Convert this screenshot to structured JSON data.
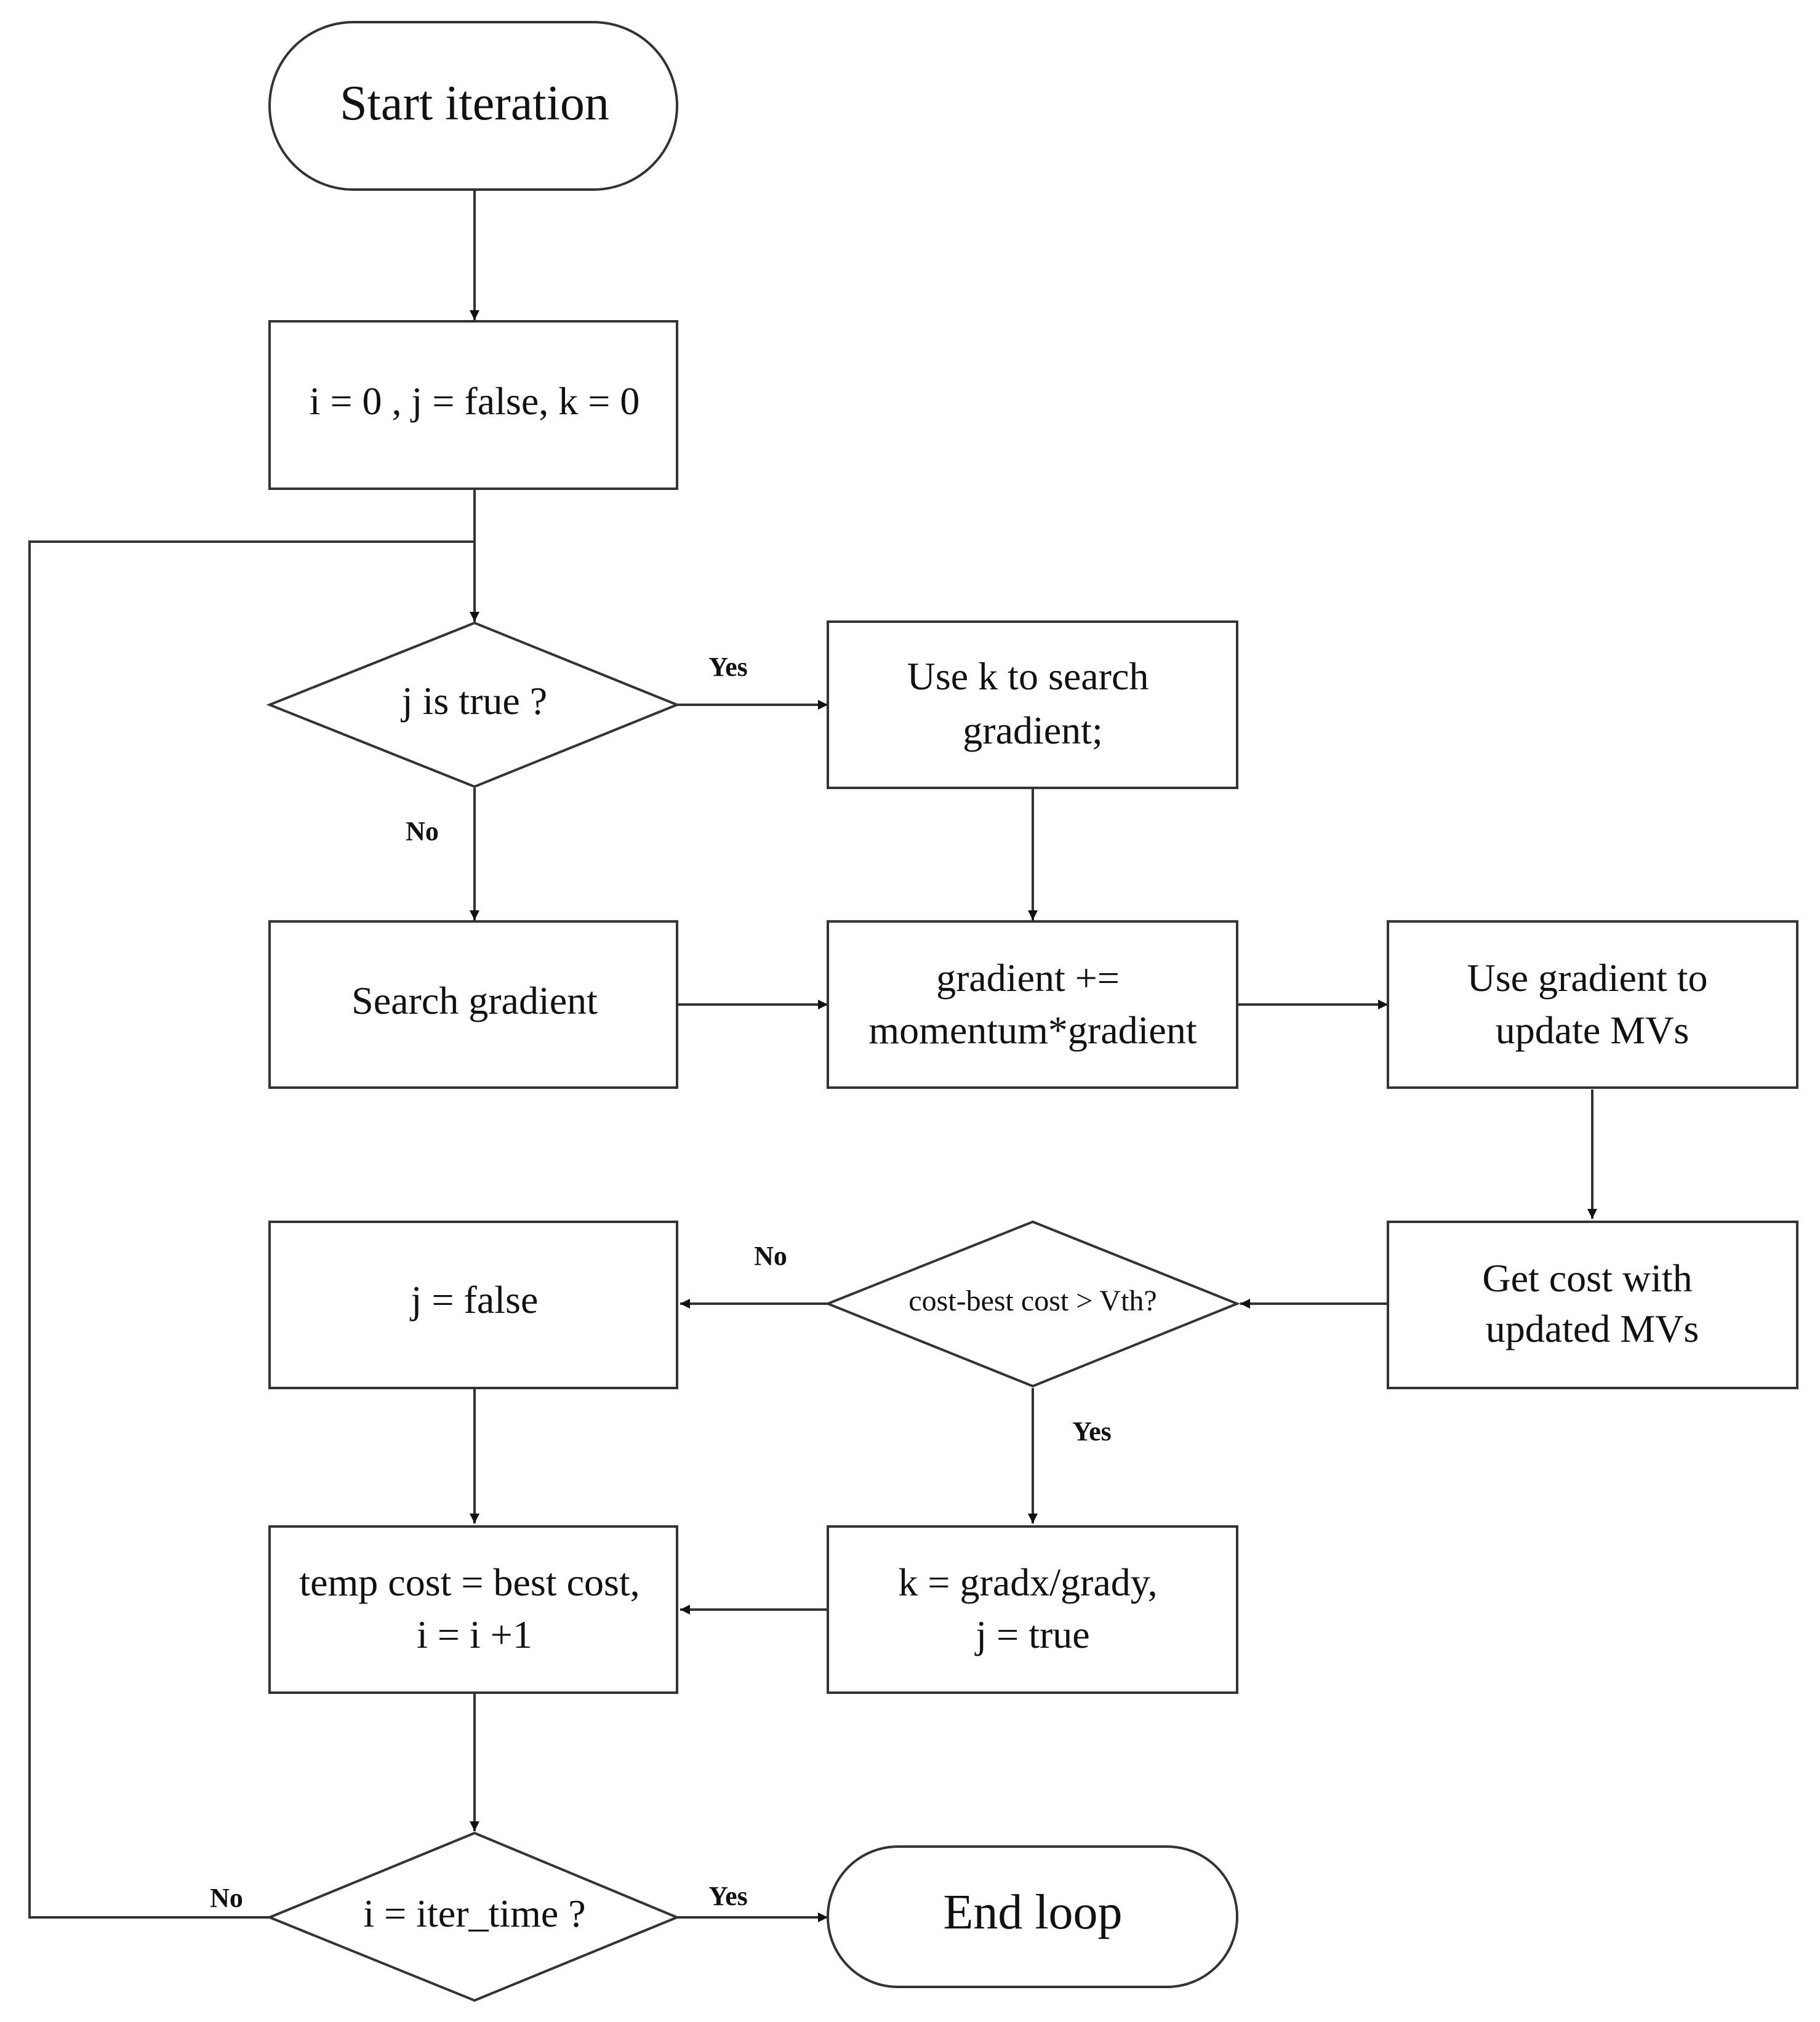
{
  "nodes": {
    "start": {
      "lines": [
        "Start iteration"
      ]
    },
    "init": {
      "lines": [
        "i = 0 , j = false, k = 0"
      ]
    },
    "check_j": {
      "lines": [
        "j  is true ?"
      ]
    },
    "use_k": {
      "lines": [
        "Use k to search",
        "gradient;"
      ]
    },
    "search_gradient": {
      "lines": [
        "Search gradient"
      ]
    },
    "momentum": {
      "lines": [
        "gradient +=",
        "momentum*gradient"
      ]
    },
    "update_mvs": {
      "lines": [
        "Use gradient to",
        "update MVs"
      ]
    },
    "get_cost": {
      "lines": [
        "Get cost with",
        "updated MVs"
      ]
    },
    "check_cost": {
      "lines": [
        "cost-best cost  > Vth?"
      ]
    },
    "j_false": {
      "lines": [
        "j = false"
      ]
    },
    "k_grad": {
      "lines": [
        "k = gradx/grady,",
        "j  = true"
      ]
    },
    "temp_cost": {
      "lines": [
        "temp cost = best cost,",
        "i = i +1"
      ]
    },
    "check_iter": {
      "lines": [
        "i = iter_time ?"
      ]
    },
    "end": {
      "lines": [
        "End loop"
      ]
    }
  },
  "edges": {
    "check_j_yes": "Yes",
    "check_j_no": "No",
    "check_cost_no": "No",
    "check_cost_yes": "Yes",
    "check_iter_no": "No",
    "check_iter_yes": "Yes"
  }
}
